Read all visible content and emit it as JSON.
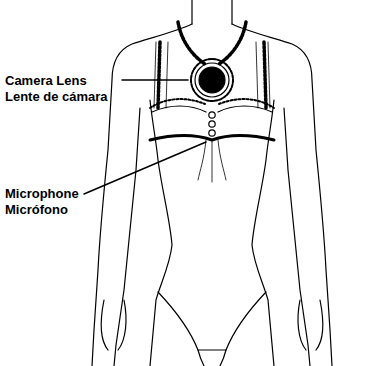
{
  "diagram": {
    "labels": [
      "Camera Lens",
      "Lente de cámara",
      "Microphone",
      "Micrófono"
    ]
  }
}
